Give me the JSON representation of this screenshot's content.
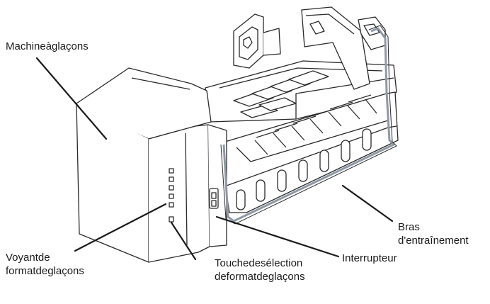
{
  "labels": {
    "ice_maker": "Machineàglaçons",
    "indicator_line1": "Voyantde",
    "indicator_line2": "formatdeglaçons",
    "button_line1": "Touchedesélection",
    "button_line2": "deformatdeglaçons",
    "switch": "Interrupteur",
    "arm_line1": "Bras",
    "arm_line2": "d'entraînement"
  },
  "colors": {
    "line": "#2a2a2a",
    "arm": "#8e99a6",
    "fill": "#ffffff"
  }
}
